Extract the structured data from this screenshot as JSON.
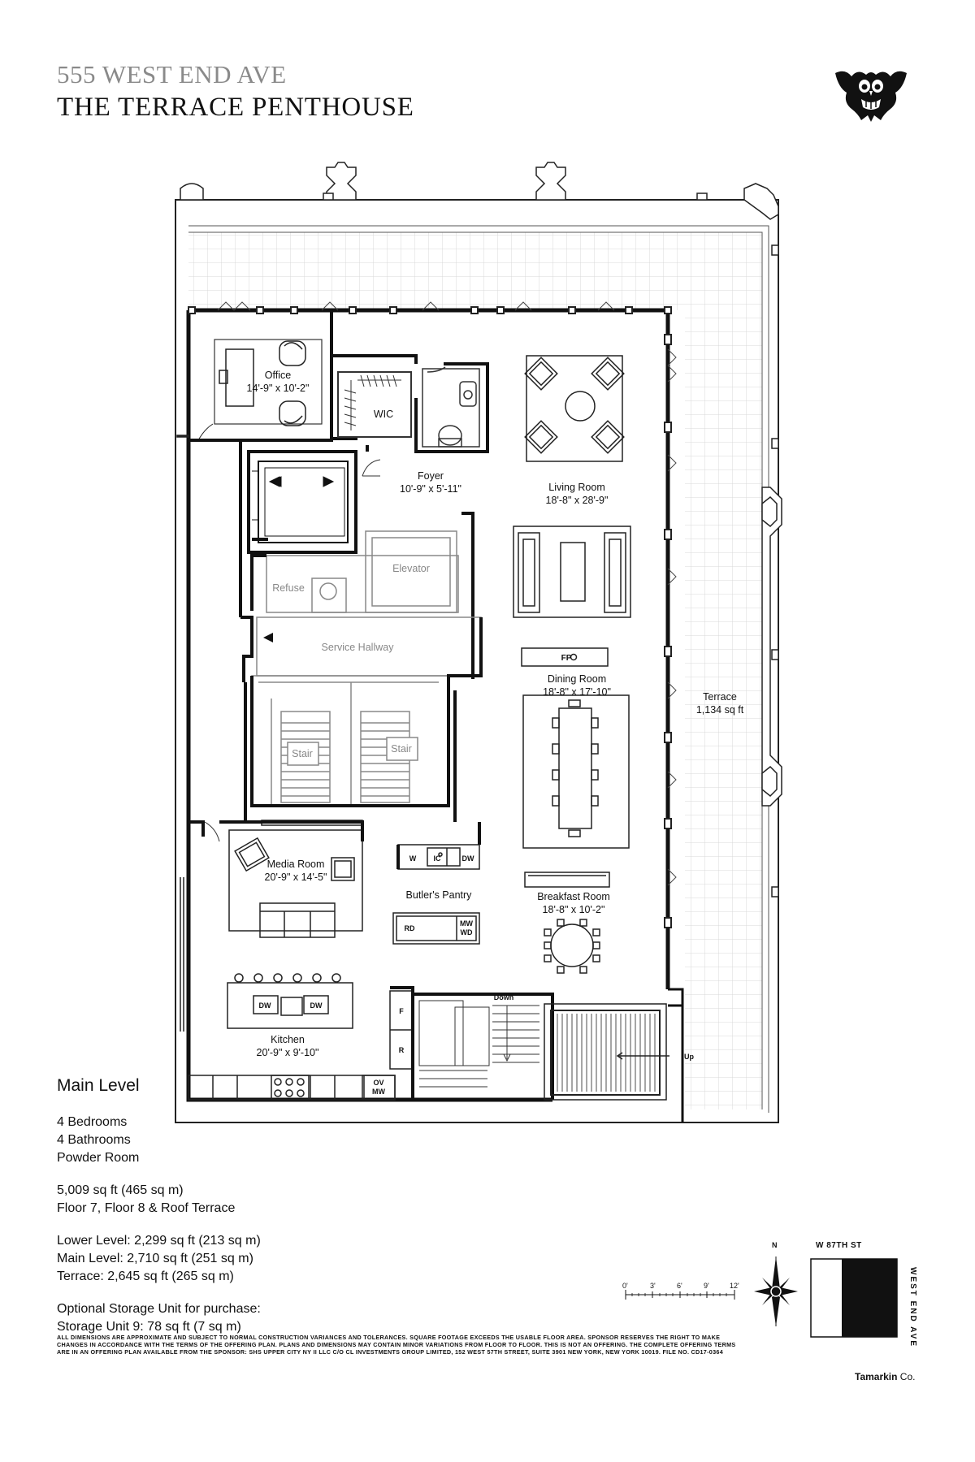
{
  "header": {
    "address": "555 WEST END AVE",
    "title": "THE TERRACE PENTHOUSE"
  },
  "rooms": {
    "office": {
      "name": "Office",
      "dims": "14'-9\" x 10'-2\""
    },
    "wic": {
      "name": "WIC"
    },
    "foyer": {
      "name": "Foyer",
      "dims": "10'-9\" x 5'-11\""
    },
    "living": {
      "name": "Living Room",
      "dims": "18'-8\" x 28'-9\""
    },
    "elevator": {
      "name": "Elevator"
    },
    "refuse": {
      "name": "Refuse"
    },
    "service": {
      "name": "Service Hallway"
    },
    "fp": {
      "name": "FP"
    },
    "dining": {
      "name": "Dining Room",
      "dims": "18'-8\" x 17'-10\""
    },
    "terrace": {
      "name": "Terrace",
      "dims": "1,134 sq ft"
    },
    "stair1": {
      "name": "Stair"
    },
    "stair2": {
      "name": "Stair"
    },
    "media": {
      "name": "Media Room",
      "dims": "20'-9\" x 14'-5\""
    },
    "butler": {
      "name": "Butler's Pantry"
    },
    "breakfast": {
      "name": "Breakfast Room",
      "dims": "18'-8\" x 10'-2\""
    },
    "kitchen": {
      "name": "Kitchen",
      "dims": "20'-9\" x 9'-10\""
    }
  },
  "fixtures": {
    "w": "W",
    "ic": "IC",
    "dw": "DW",
    "rd": "RD",
    "mw": "MW",
    "wd": "WD",
    "f": "F",
    "r": "R",
    "ov": "OV",
    "mw2": "MW",
    "down": "Down",
    "up": "Up"
  },
  "info": {
    "level": "Main Level",
    "bedrooms": "4 Bedrooms",
    "bathrooms": "4 Bathrooms",
    "powder": "Powder Room",
    "area": "5,009 sq ft (465 sq m)",
    "floors": "Floor 7, Floor 8 & Roof Terrace",
    "lower": "Lower Level: 2,299 sq ft (213 sq m)",
    "main": "Main Level: 2,710 sq ft (251 sq m)",
    "terrace": "Terrace: 2,645 sq ft (265 sq m)",
    "storage_title": "Optional Storage Unit for purchase:",
    "storage": "Storage Unit 9: 78 sq ft (7 sq m)"
  },
  "scale": {
    "marks": [
      "0'",
      "3'",
      "6'",
      "9'",
      "12'"
    ]
  },
  "compass": {
    "north": "N"
  },
  "streets": {
    "w87": "W 87TH ST",
    "wea": "WEST END AVE"
  },
  "disclaimer": "ALL DIMENSIONS ARE APPROXIMATE AND SUBJECT TO NORMAL CONSTRUCTION VARIANCES AND TOLERANCES. SQUARE FOOTAGE EXCEEDS THE USABLE FLOOR AREA. SPONSOR RESERVES THE RIGHT TO MAKE CHANGES IN ACCORDANCE WITH THE TERMS OF THE OFFERING PLAN. PLANS AND DIMENSIONS MAY CONTAIN MINOR VARIATIONS FROM FLOOR TO FLOOR. THIS IS NOT AN OFFERING. THE COMPLETE OFFERING TERMS ARE IN AN OFFERING PLAN AVAILABLE FROM THE SPONSOR: SHS UPPER CITY NY II LLC C/O CL INVESTMENTS GROUP LIMITED, 152 WEST 57TH STREET, SUITE 3901 NEW YORK, NEW YORK 10019. FILE NO. CD17-0364",
  "brand": {
    "name": "Tamarkin",
    "suffix": " Co."
  }
}
